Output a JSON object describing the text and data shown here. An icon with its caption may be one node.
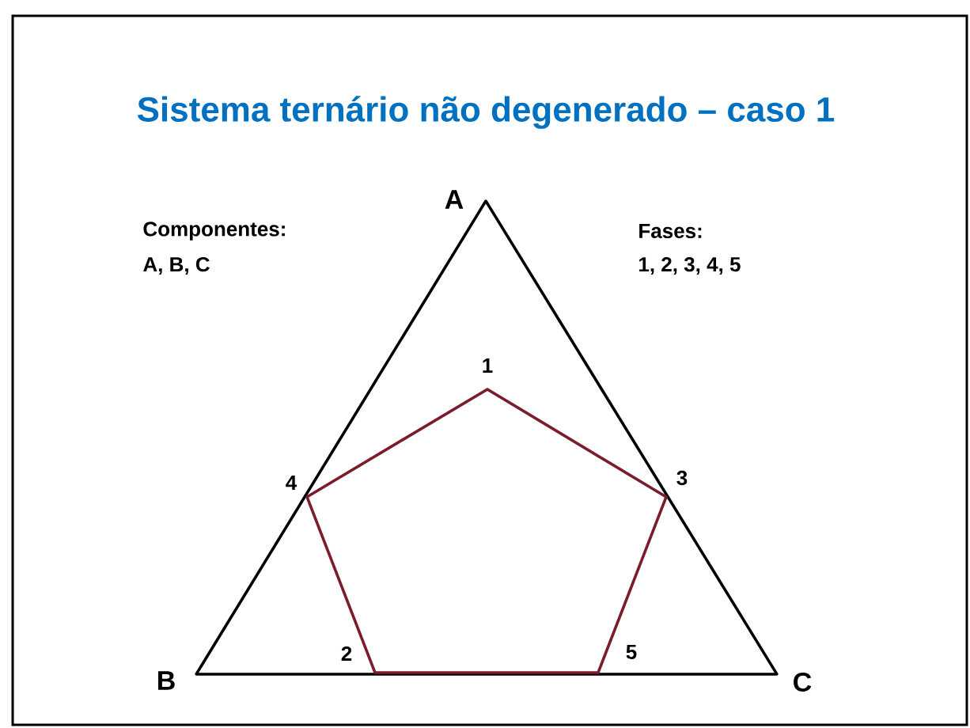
{
  "diagram": {
    "title": "Sistema ternário não degenerado – caso 1",
    "nodes": [
      {
        "text": [
          "A"
        ]
      },
      {
        "text": [
          "1"
        ]
      },
      {
        "text": [
          "4"
        ]
      },
      {
        "text": [
          "3"
        ]
      },
      {
        "text": [
          "B"
        ]
      },
      {
        "text": [
          "2"
        ]
      },
      {
        "text": [
          "5"
        ]
      },
      {
        "text": [
          "C"
        ]
      }
    ],
    "edges": [
      {
        "from": 0,
        "to": 4,
        "arrow": "none",
        "color": "#000000"
      },
      {
        "from": 4,
        "to": 7,
        "arrow": "none",
        "color": "#000000"
      },
      {
        "from": 7,
        "to": 0,
        "arrow": "none",
        "color": "#000000"
      },
      {
        "from": 1,
        "to": 3,
        "arrow": "none"
      },
      {
        "from": 3,
        "to": 6,
        "arrow": "none"
      },
      {
        "from": 6,
        "to": 5,
        "arrow": "none"
      },
      {
        "from": 5,
        "to": 2,
        "arrow": "none"
      },
      {
        "from": 2,
        "to": 1,
        "arrow": "none"
      }
    ],
    "labels": [
      "Componentes:",
      "A, B, C",
      "Fases:",
      "1, 2, 3, 4, 5"
    ]
  }
}
